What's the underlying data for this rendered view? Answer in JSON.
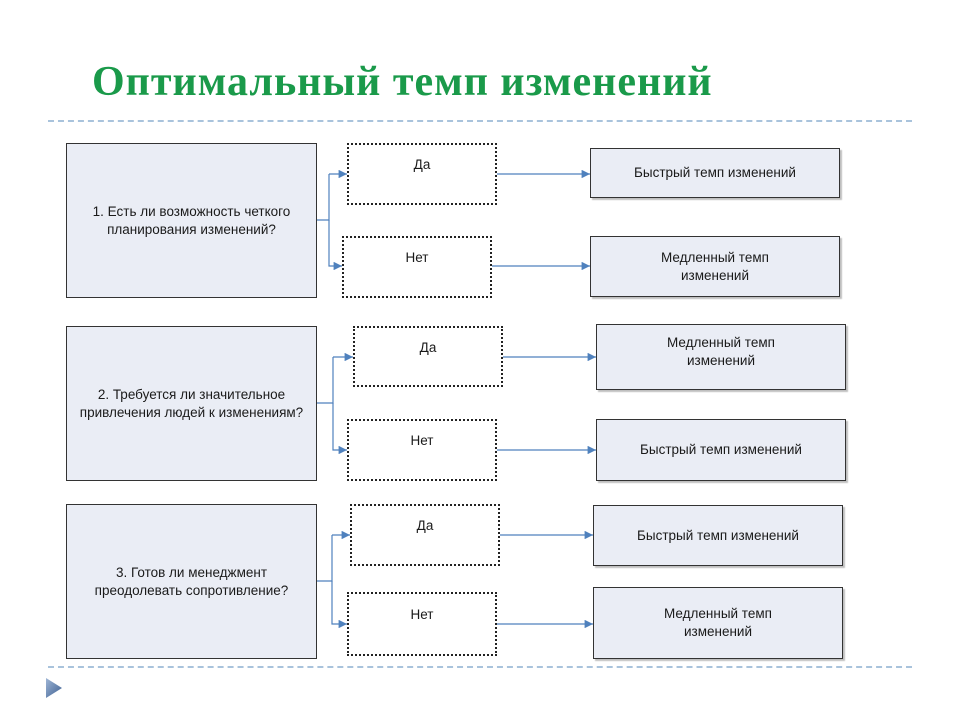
{
  "title": "Оптимальный темп изменений",
  "colors": {
    "title": "#1a9a4a",
    "connector": "#4f81bd",
    "box_fill": "#eaedf5",
    "rule": "#a9c3dc"
  },
  "questions": [
    {
      "text": "1. Есть ли возможность четкого планирования изменений?",
      "yes_label": "Да",
      "no_label": "Нет",
      "yes_result": "Быстрый темп изменений",
      "no_result": "Медленный темп изменений"
    },
    {
      "text": "2. Требуется ли значительное привлечения людей к изменениям?",
      "yes_label": "Да",
      "no_label": "Нет",
      "yes_result": "Медленный темп изменений",
      "no_result": "Быстрый темп изменений"
    },
    {
      "text": "3. Готов ли менеджмент преодолевать сопротивление?",
      "yes_label": "Да",
      "no_label": "Нет",
      "yes_result": "Быстрый темп изменений",
      "no_result": "Медленный темп изменений"
    }
  ],
  "nav_icon": "triangle-right-icon"
}
